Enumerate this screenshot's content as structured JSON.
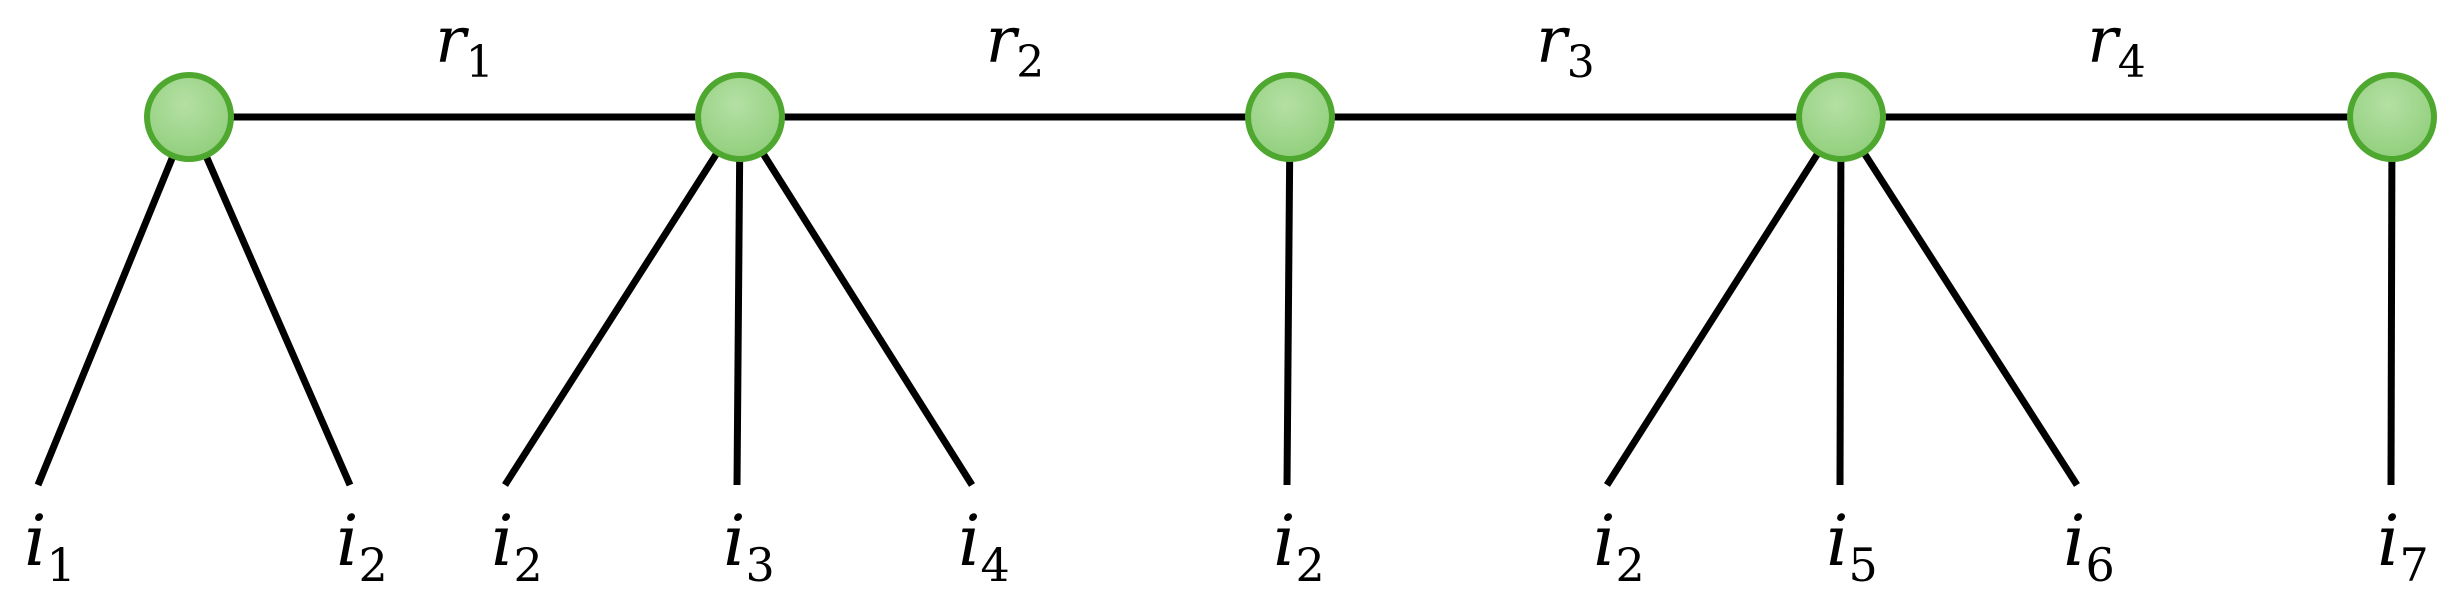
{
  "colors": {
    "node_fill": "#8fce7a",
    "node_fill_light": "#b4e0a4",
    "node_stroke": "#4ea72e",
    "edge": "#000000"
  },
  "relations": [
    {
      "base": "r",
      "sub": "1"
    },
    {
      "base": "r",
      "sub": "2"
    },
    {
      "base": "r",
      "sub": "3"
    },
    {
      "base": "r",
      "sub": "4"
    }
  ],
  "items": [
    {
      "node": 0,
      "base": "i",
      "sub": "1"
    },
    {
      "node": 0,
      "base": "i",
      "sub": "2"
    },
    {
      "node": 1,
      "base": "i",
      "sub": "2"
    },
    {
      "node": 1,
      "base": "i",
      "sub": "3"
    },
    {
      "node": 1,
      "base": "i",
      "sub": "4"
    },
    {
      "node": 2,
      "base": "i",
      "sub": "2"
    },
    {
      "node": 3,
      "base": "i",
      "sub": "2"
    },
    {
      "node": 3,
      "base": "i",
      "sub": "5"
    },
    {
      "node": 3,
      "base": "i",
      "sub": "6"
    },
    {
      "node": 4,
      "base": "i",
      "sub": "7"
    }
  ]
}
